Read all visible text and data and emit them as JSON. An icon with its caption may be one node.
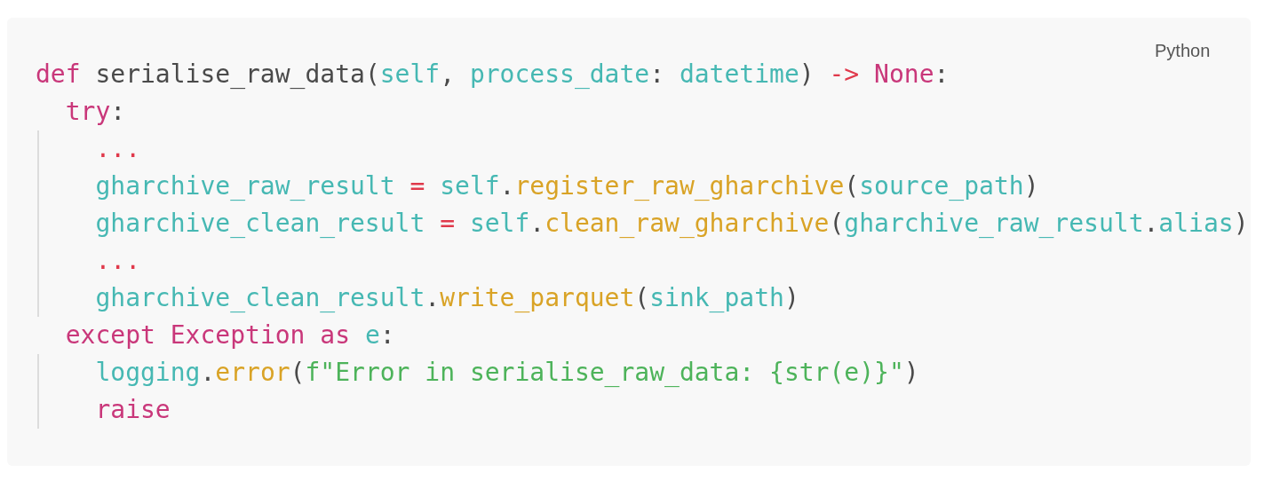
{
  "diagram": {
    "labels": [
      "Python",
      "def serialise_raw_data(self, process_date: datetime) -> None:",
      "  try:",
      "    ...",
      "    gharchive_raw_result = self.register_raw_gharchive(source_path)",
      "    gharchive_clean_result = self.clean_raw_gharchive(gharchive_raw_result.alias)",
      "    ...",
      "    gharchive_clean_result.write_parquet(sink_path)",
      "  except Exception as e:",
      "    logging.error(f\"Error in serialise_raw_data: {str(e)}\")",
      "    raise"
    ]
  }
}
